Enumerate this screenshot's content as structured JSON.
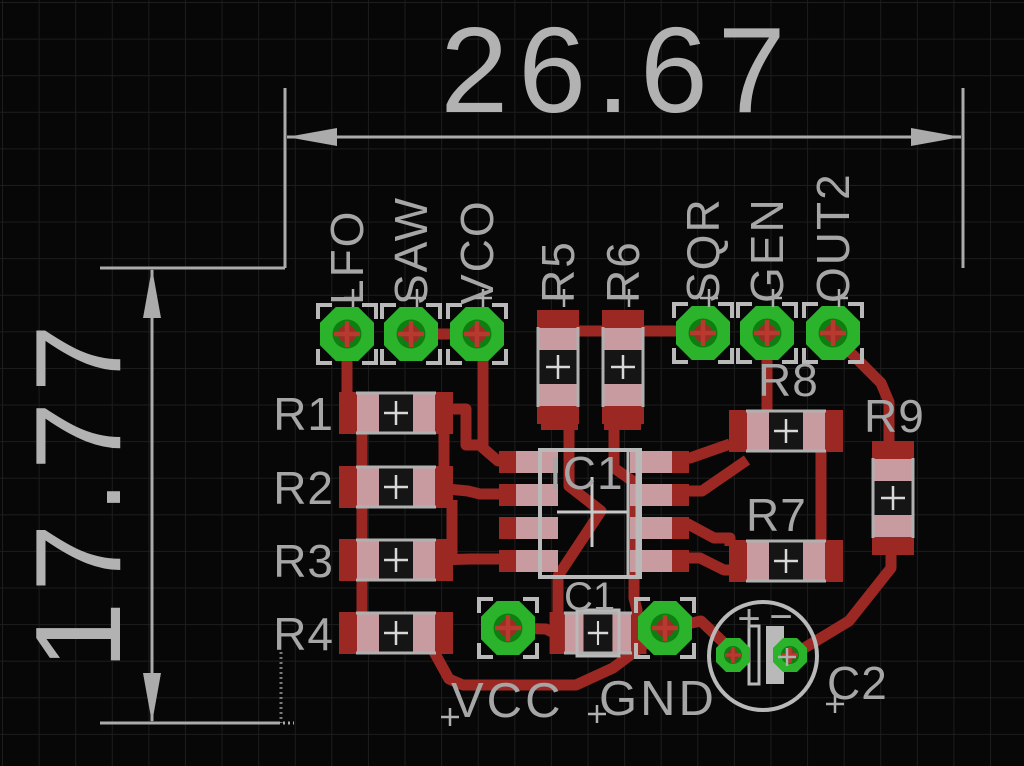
{
  "board_editor": {
    "dimensions": {
      "width_mm": "26.67",
      "height_mm": "17.77"
    },
    "connectors": {
      "header_left_pins": [
        {
          "label": "LFO"
        },
        {
          "label": "SAW"
        },
        {
          "label": "VCO"
        }
      ],
      "header_right_pins": [
        {
          "label": "SQR"
        },
        {
          "label": "GEN"
        },
        {
          "label": "OUT2"
        }
      ],
      "power_pads": [
        {
          "label": "VCC"
        },
        {
          "label": "GND"
        }
      ]
    },
    "components": {
      "resistors": [
        {
          "ref": "R1"
        },
        {
          "ref": "R2"
        },
        {
          "ref": "R3"
        },
        {
          "ref": "R4"
        },
        {
          "ref": "R5"
        },
        {
          "ref": "R6"
        },
        {
          "ref": "R7"
        },
        {
          "ref": "R8"
        },
        {
          "ref": "R9"
        }
      ],
      "ic": {
        "ref": "IC1"
      },
      "capacitors": [
        {
          "ref": "C1"
        },
        {
          "ref": "C2"
        }
      ],
      "c2_polarity": {
        "plus": "+",
        "minus": "−"
      }
    },
    "colors": {
      "copper_trace": "#9c2823",
      "pad_pink": "#c89ba1",
      "pad_green": "#2bb32b",
      "pad_green_dark": "#0d7f10",
      "drill_red": "#9a2d26",
      "silkscreen": "#b9b9b9",
      "label_gray": "#a6a6a6",
      "dimension_gray": "#ababab",
      "background": "#070707",
      "grid": "#1d1d1d"
    }
  }
}
